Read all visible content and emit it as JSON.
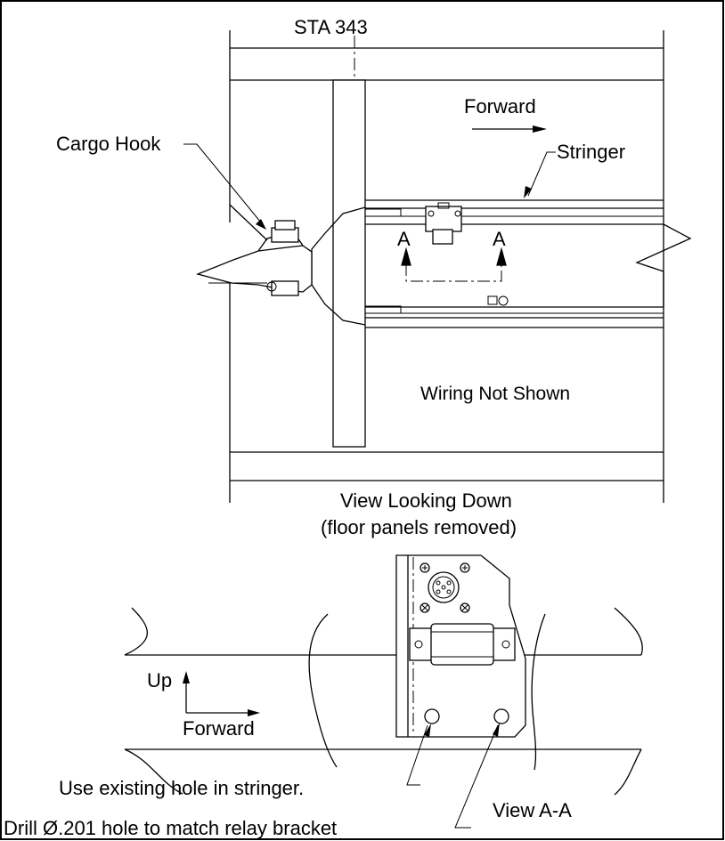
{
  "drawing": {
    "station_label": "STA 343",
    "top_view": {
      "forward_label": "Forward",
      "stringer_label": "Stringer",
      "cargo_hook_label": "Cargo Hook",
      "section_letter_left": "A",
      "section_letter_right": "A",
      "wiring_note": "Wiring Not Shown",
      "caption_line1": "View Looking Down",
      "caption_line2": "(floor panels removed)"
    },
    "section_view": {
      "up_label": "Up",
      "forward_label": "Forward",
      "hole_note_1": "Use existing hole in stringer.",
      "hole_note_2": "Drill Ø.201 hole to match relay bracket",
      "view_label": "View A-A"
    }
  }
}
